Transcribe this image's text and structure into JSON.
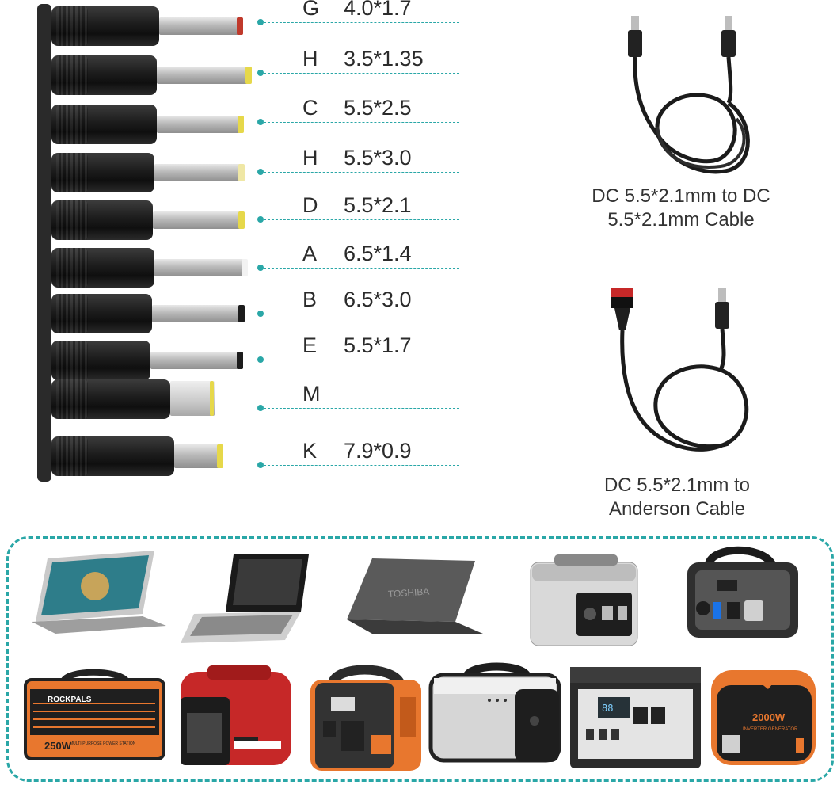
{
  "tips": [
    {
      "letter": "G",
      "size": "4.0*1.7",
      "cap": "#c0392b"
    },
    {
      "letter": "H",
      "size": "3.5*1.35",
      "cap": "#e6d84a"
    },
    {
      "letter": "C",
      "size": "5.5*2.5",
      "cap": "#e6d84a"
    },
    {
      "letter": "H",
      "size": "5.5*3.0",
      "cap": "#efe7a5"
    },
    {
      "letter": "D",
      "size": "5.5*2.1",
      "cap": "#e6d84a"
    },
    {
      "letter": "A",
      "size": "6.5*1.4",
      "cap": "#f2f2f2"
    },
    {
      "letter": "B",
      "size": "6.5*3.0",
      "cap": "#1c1c1c"
    },
    {
      "letter": "E",
      "size": "5.5*1.7",
      "cap": "#1c1c1c"
    },
    {
      "letter": "M",
      "size": "",
      "cap": "#e6d84a"
    },
    {
      "letter": "K",
      "size": "7.9*0.9",
      "cap": "#e6d84a"
    }
  ],
  "cables": {
    "dc_to_dc": "DC 5.5*2.1mm to DC 5.5*2.1mm Cable",
    "dc_to_anderson": "DC 5.5*2.1mm to Anderson Cable"
  },
  "colors": {
    "accent": "#2aa7a7",
    "brand_orange": "#e8772e",
    "generator_red": "#c62828"
  },
  "devices": {
    "labels": [
      "ROCKPALS",
      "250W",
      "MULTI-PURPOSE POWER STATION",
      "TOSHIBA",
      "2000W",
      "INVERTER GENERATOR"
    ]
  }
}
